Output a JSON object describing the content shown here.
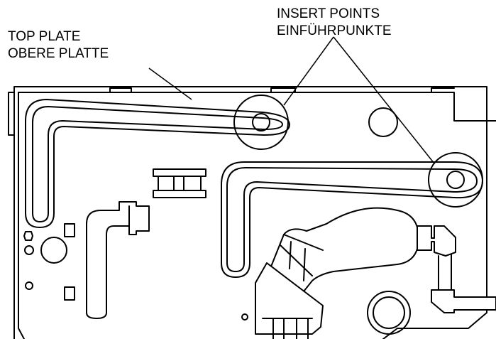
{
  "labels": {
    "top_plate_en": "TOP PLATE",
    "top_plate_de": "OBERE PLATTE",
    "insert_points_en": "INSERT POINTS",
    "insert_points_de": "EINFÜHRPUNKTE"
  },
  "colors": {
    "line": "#000000",
    "background": "#ffffff"
  }
}
